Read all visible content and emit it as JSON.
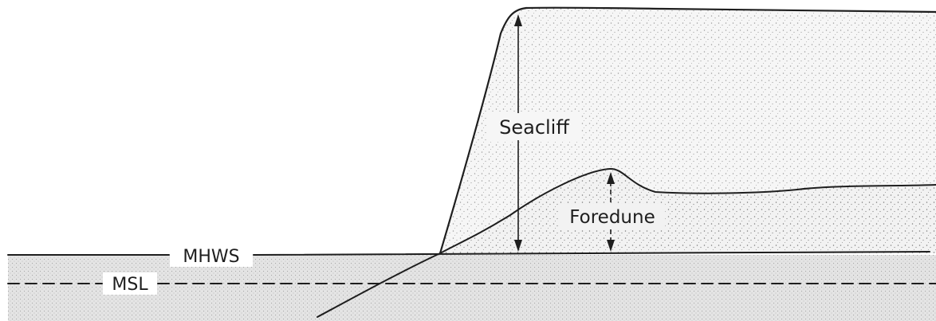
{
  "labels": {
    "seacliff": "Seacliff",
    "foredune": "Foredune",
    "mhws": "MHWS",
    "msl": "MSL"
  },
  "colors": {
    "ink": "#1e1e1e",
    "water_fill": "#e4e4e4",
    "sand_fill": "#f4f4f4",
    "stipple": "#5a5a5a"
  }
}
